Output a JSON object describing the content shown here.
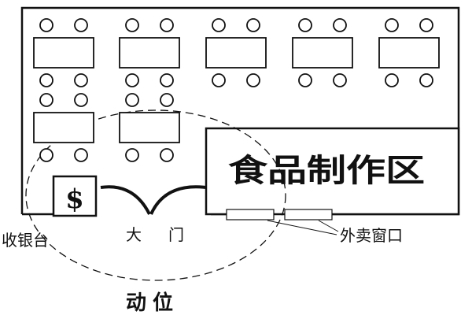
{
  "labels": {
    "food_zone": "食品制作区",
    "cashier": "收银台",
    "dollar": "$",
    "door_left": "大",
    "door_right": "门",
    "takeout": "外卖窗口",
    "motion": "动位"
  },
  "colors": {
    "stroke": "#111111",
    "background": "#ffffff"
  },
  "icons": {
    "chair": "circle-chair-icon",
    "table": "rectangle-table-icon",
    "dollar": "dollar-sign-icon"
  }
}
